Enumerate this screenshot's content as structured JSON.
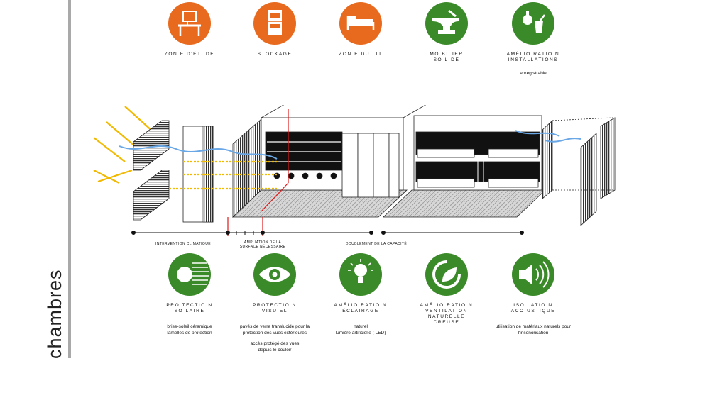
{
  "side_title": "chambres",
  "colors": {
    "orange": "#e86a1f",
    "green": "#3b8a2a",
    "red": "#e11818",
    "yellow": "#f1b900",
    "blue": "#6aa7e6"
  },
  "top_items": [
    {
      "icon": "desk-icon",
      "label": "ZON E D'ÉTUDE",
      "note": ""
    },
    {
      "icon": "storage-icon",
      "label": "STOCKAGE",
      "note": ""
    },
    {
      "icon": "bed-icon",
      "label": "ZON E DU LIT",
      "note": ""
    },
    {
      "icon": "anvil-icon",
      "label": "MO BILIER\nSO LIDE",
      "note": ""
    },
    {
      "icon": "tools-icon",
      "label": "AMÉLIO RATIO N\nINSTALLATIONS",
      "note": "enregistrable"
    }
  ],
  "scale_labels": {
    "left": "INTERVENTION CLIMATIQUE",
    "middle": "AMPLIATION DE LA\nSURFACE NÉCESSAIRE",
    "right": "DOUBLEMENT DE LA CAPACITÉ"
  },
  "bottom_items": [
    {
      "icon": "sun-protection-icon",
      "label": "PRO TECTIO N\nSO LAIRE",
      "desc": "brise-soleil céramique\nlamelles de protection",
      "desc2": ""
    },
    {
      "icon": "eye-icon",
      "label": "PROTECTIO N\nVISU EL",
      "desc": "pavés de verre translucide pour la\nprotection des vues extérieures",
      "desc2": "accès protégé des vues\ndepuis le couloir"
    },
    {
      "icon": "lightbulb-icon",
      "label": "AMÉLIO RATIO N\nÉCLAIRAGE",
      "desc": "naturel\nlumière artificielle ( LED)",
      "desc2": ""
    },
    {
      "icon": "leaf-icon",
      "label": "AMÉLIO RATIO N\nVENTILATION NATURELLE\nCREUSE",
      "desc": "",
      "desc2": ""
    },
    {
      "icon": "speaker-icon",
      "label": "ISO LATIO N\nACO USTIQUE",
      "desc": "utilisation de matériaux naturels pour\nl'insonorisation",
      "desc2": ""
    }
  ]
}
